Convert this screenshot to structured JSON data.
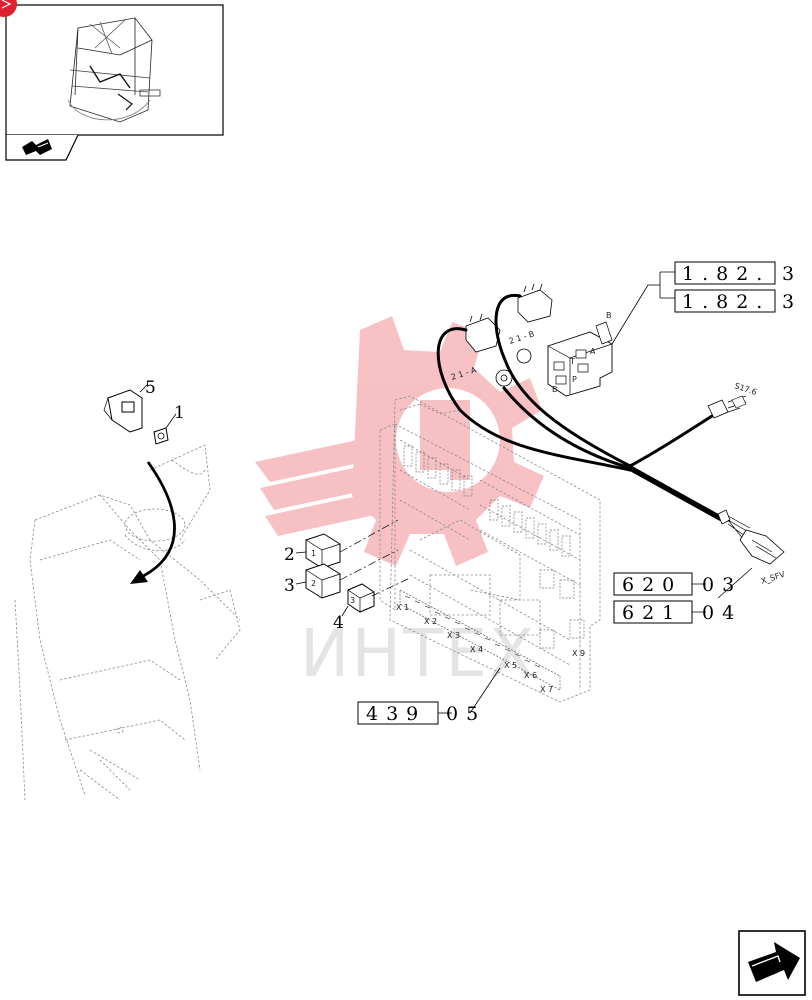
{
  "thumbnail": {
    "nav_icon": "arrow-forward-icon"
  },
  "corner_badge": {
    "color": "#e0202e"
  },
  "watermark": {
    "text": "ИНТЕХ",
    "color": "#e8404a"
  },
  "callouts": [
    {
      "id": "c1",
      "label": "1"
    },
    {
      "id": "c2",
      "label": "2"
    },
    {
      "id": "c3",
      "label": "3"
    },
    {
      "id": "c4",
      "label": "4"
    },
    {
      "id": "c5",
      "label": "5"
    }
  ],
  "reference_boxes": [
    {
      "id": "ref-1-82-a",
      "code": "1.82.",
      "suffix": "3 /"
    },
    {
      "id": "ref-1-82-b",
      "code": "1.82.",
      "suffix": "3 /"
    },
    {
      "id": "ref-620",
      "code": "620",
      "suffix": "03"
    },
    {
      "id": "ref-621",
      "code": "621",
      "suffix": "04"
    },
    {
      "id": "ref-439",
      "code": "439",
      "suffix": "05"
    }
  ],
  "connector_labels": {
    "s17": "S17.6",
    "xsfv": "X_SFV",
    "x1": "X 1",
    "x2": "X 2",
    "x3": "X 3",
    "x4": "X 4",
    "x5": "X 5",
    "x6": "X 6",
    "x7": "X 7",
    "x9": "X 9",
    "valve_a": "2 1 - A",
    "valve_b": "2 1 - B",
    "port_a": "A",
    "port_b": "B",
    "port_t": "T",
    "port_p": "P",
    "relay_1": "1",
    "relay_2": "2",
    "relay_3": "3"
  },
  "bottom_nav": {
    "icon": "arrow-forward-icon"
  }
}
